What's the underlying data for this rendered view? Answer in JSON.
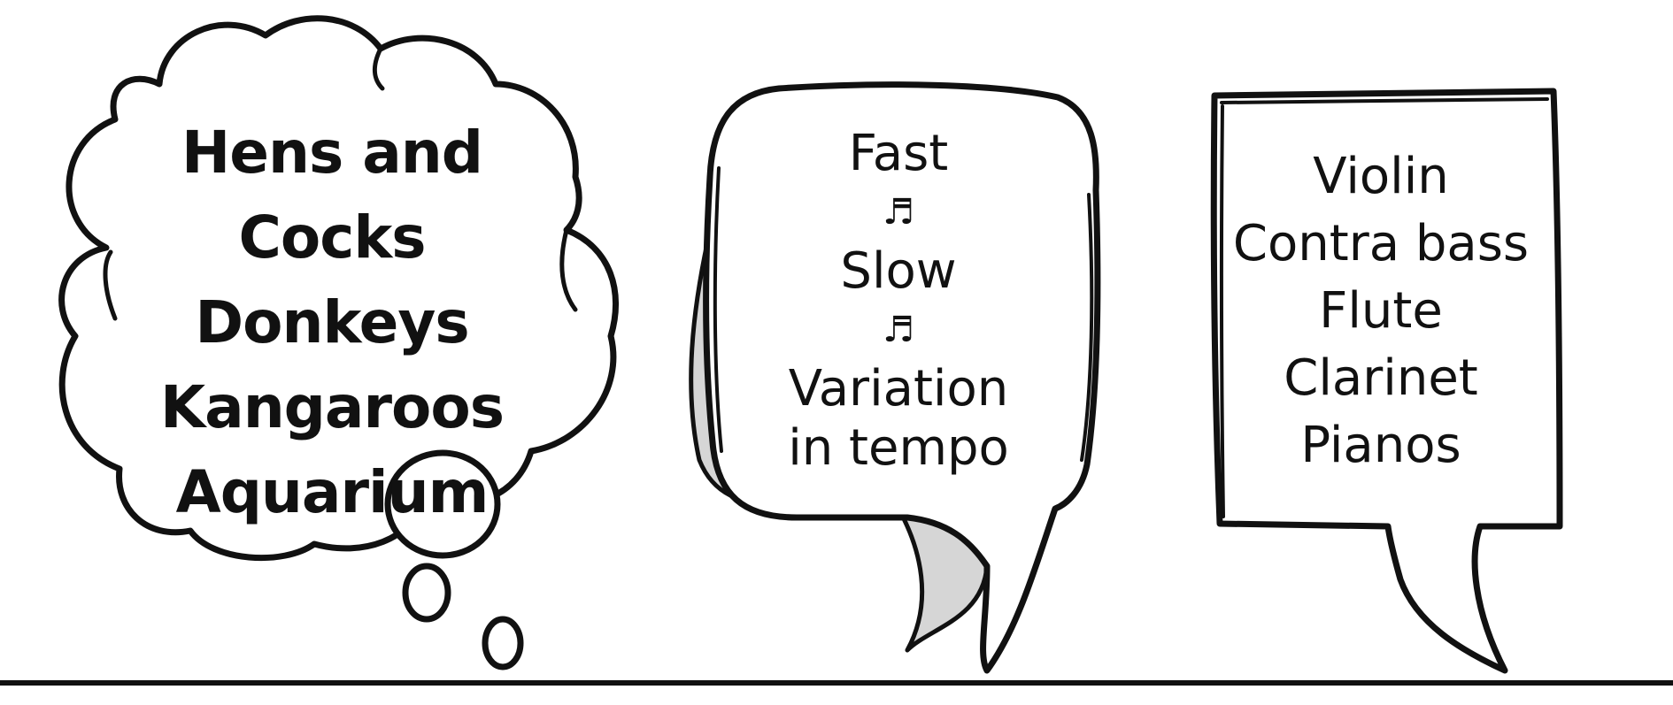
{
  "thought_bubble": {
    "lines": [
      "Hens and Cocks",
      "Donkeys",
      "Kangaroos",
      "Aquarium"
    ]
  },
  "speech_bubble": {
    "lines": [
      "Fast",
      "♬",
      "Slow",
      "♬",
      "Variation",
      "in tempo"
    ]
  },
  "box_bubble": {
    "lines": [
      "Violin",
      "Contra bass",
      "Flute",
      "Clarinet",
      "Pianos"
    ]
  },
  "colors": {
    "ink": "#111111",
    "shade": "#d6d6d6",
    "paper": "#ffffff"
  }
}
